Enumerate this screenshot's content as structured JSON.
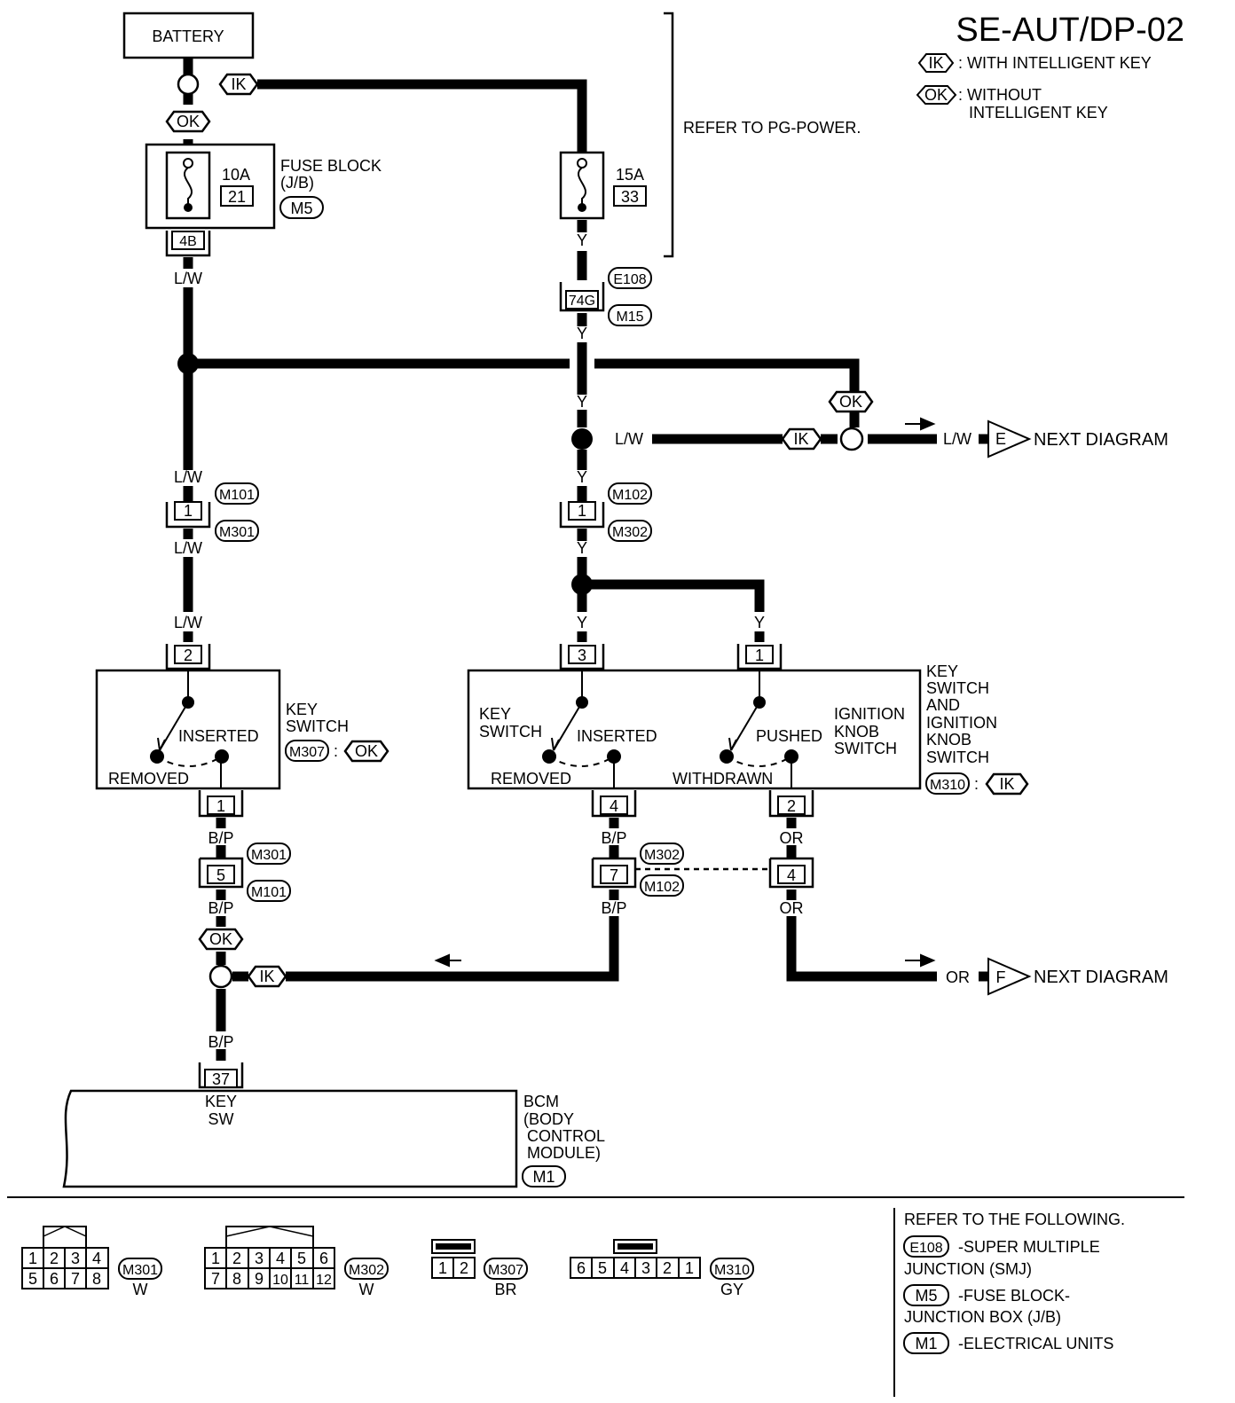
{
  "title": "SE-AUT/DP-02",
  "legend": {
    "ik_symbol": "IK",
    "ik_text": ": WITH INTELLIGENT KEY",
    "ok_symbol": "OK",
    "ok_text_1": ": WITHOUT",
    "ok_text_2": "INTELLIGENT KEY"
  },
  "refer_pg_power": "REFER TO PG-POWER.",
  "battery": "BATTERY",
  "fuse_block": {
    "line1": "FUSE BLOCK",
    "line2": "(J/B)",
    "connector": "M5"
  },
  "fuse_10a": {
    "rating": "10A",
    "number": "21"
  },
  "fuse_15a": {
    "rating": "15A",
    "number": "33"
  },
  "fuse_terminal": "4B",
  "smj": {
    "terminal": "74G",
    "conn_top": "E108",
    "conn_bottom": "M15"
  },
  "wires": {
    "lw": "L/W",
    "y": "Y",
    "bp": "B/P",
    "or": "OR"
  },
  "left_conn1": {
    "terminal": "1",
    "conn_top": "M101",
    "conn_bottom": "M301"
  },
  "right_conn1": {
    "terminal": "1",
    "conn_top": "M102",
    "conn_bottom": "M302"
  },
  "key_switch_ok": {
    "terminal_in": "2",
    "terminal_out": "1",
    "inserted": "INSERTED",
    "removed": "REMOVED",
    "name1": "KEY",
    "name2": "SWITCH",
    "connector": "M307",
    "colon": ":"
  },
  "key_ign_switch": {
    "t3": "3",
    "t1": "1",
    "t4": "4",
    "t2": "2",
    "key1": "KEY",
    "key2": "SWITCH",
    "inserted": "INSERTED",
    "removed": "REMOVED",
    "pushed": "PUSHED",
    "withdrawn": "WITHDRAWN",
    "ign1": "IGNITION",
    "ign2": "KNOB",
    "ign3": "SWITCH",
    "name": [
      "KEY",
      "SWITCH",
      "AND",
      "IGNITION",
      "KNOB",
      "SWITCH"
    ],
    "connector": "M310",
    "colon": ":"
  },
  "left_conn2": {
    "terminal": "5",
    "conn_top": "M301",
    "conn_bottom": "M101"
  },
  "mid_conn2": {
    "terminal": "7",
    "conn_top": "M302",
    "conn_bottom": "M102"
  },
  "right_conn2": {
    "terminal": "4"
  },
  "next_e": {
    "letter": "E",
    "text": "NEXT DIAGRAM"
  },
  "next_f": {
    "letter": "F",
    "text": "NEXT DIAGRAM"
  },
  "bcm": {
    "terminal": "37",
    "pin1": "KEY",
    "pin2": "SW",
    "name": [
      "BCM",
      "(BODY",
      "CONTROL",
      "MODULE)"
    ],
    "connector": "M1"
  },
  "connectors": [
    {
      "id": "M301",
      "color": "W",
      "pins": [
        "1",
        "2",
        "3",
        "4",
        "5",
        "6",
        "7",
        "8"
      ]
    },
    {
      "id": "M302",
      "color": "W",
      "pins": [
        "1",
        "2",
        "3",
        "4",
        "5",
        "6",
        "7",
        "8",
        "9",
        "10",
        "11",
        "12"
      ]
    },
    {
      "id": "M307",
      "color": "BR",
      "pins": [
        "1",
        "2"
      ]
    },
    {
      "id": "M310",
      "color": "GY",
      "pins": [
        "6",
        "5",
        "4",
        "3",
        "2",
        "1"
      ]
    }
  ],
  "refer_following": {
    "heading": "REFER TO THE FOLLOWING.",
    "items": [
      {
        "conn": "E108",
        "line1": "-SUPER MULTIPLE",
        "line2": "JUNCTION (SMJ)"
      },
      {
        "conn": "M5",
        "line1": "-FUSE BLOCK-",
        "line2": "JUNCTION BOX (J/B)"
      },
      {
        "conn": "M1",
        "line1": "-ELECTRICAL UNITS",
        "line2": ""
      }
    ]
  }
}
